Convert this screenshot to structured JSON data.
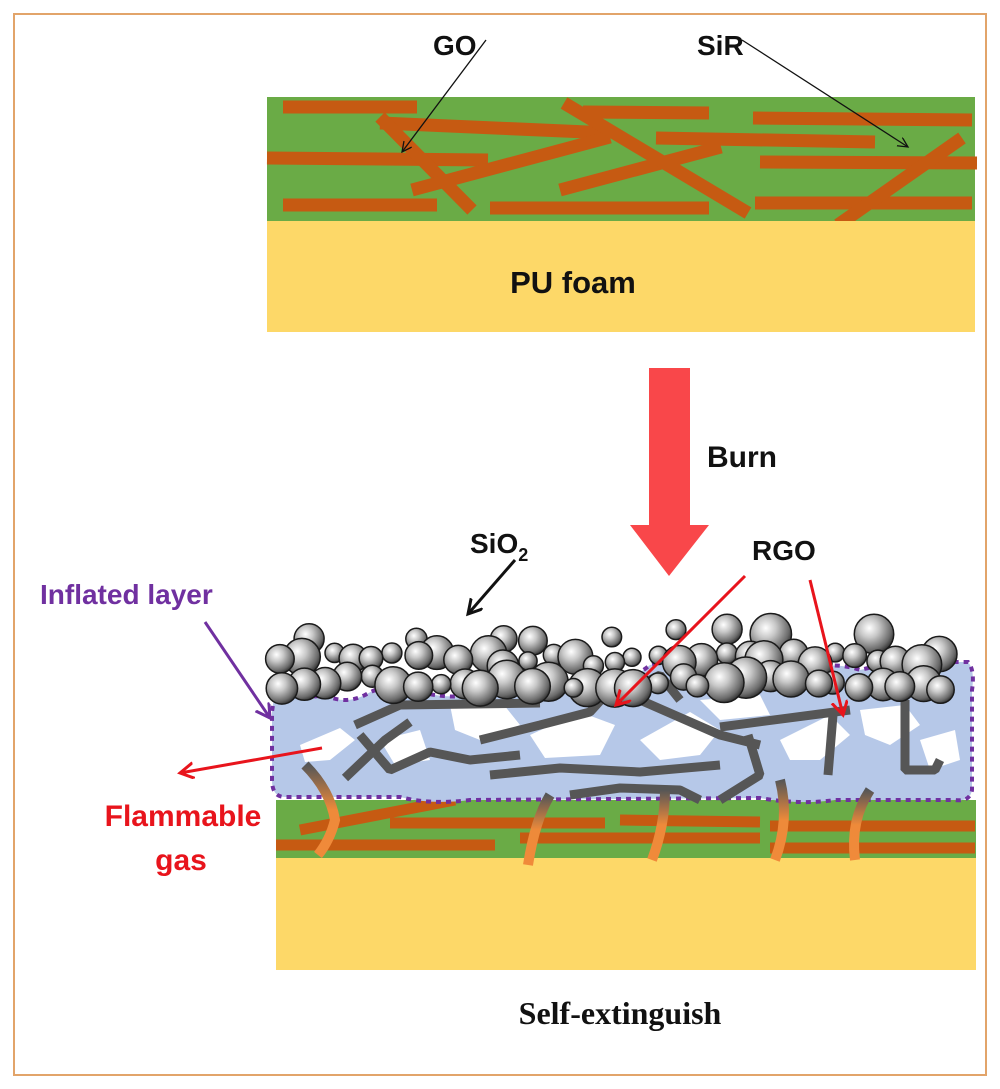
{
  "colors": {
    "frame": "#e2a46a",
    "polymer_layer": "#6aab46",
    "fiber": "#c65a12",
    "foam": "#fdd868",
    "burn_arrow": "#f9474a",
    "inflated_layer": "#b6c8e8",
    "inflated_border": "#7030a0",
    "rgo": "#565656",
    "red_label": "#e8141c",
    "purple_label": "#7030a0"
  },
  "top": {
    "go_label": "GO",
    "sir_label": "SiR",
    "foam_label": "PU foam"
  },
  "process": {
    "burn_label": "Burn"
  },
  "bottom": {
    "sio2_label": {
      "main": "SiO",
      "sub": "2"
    },
    "rgo_label": "RGO",
    "inflated_label": "Inflated layer",
    "flammable_gas_label": [
      "Flammable",
      "gas"
    ],
    "caption": "Self-extinguish"
  }
}
